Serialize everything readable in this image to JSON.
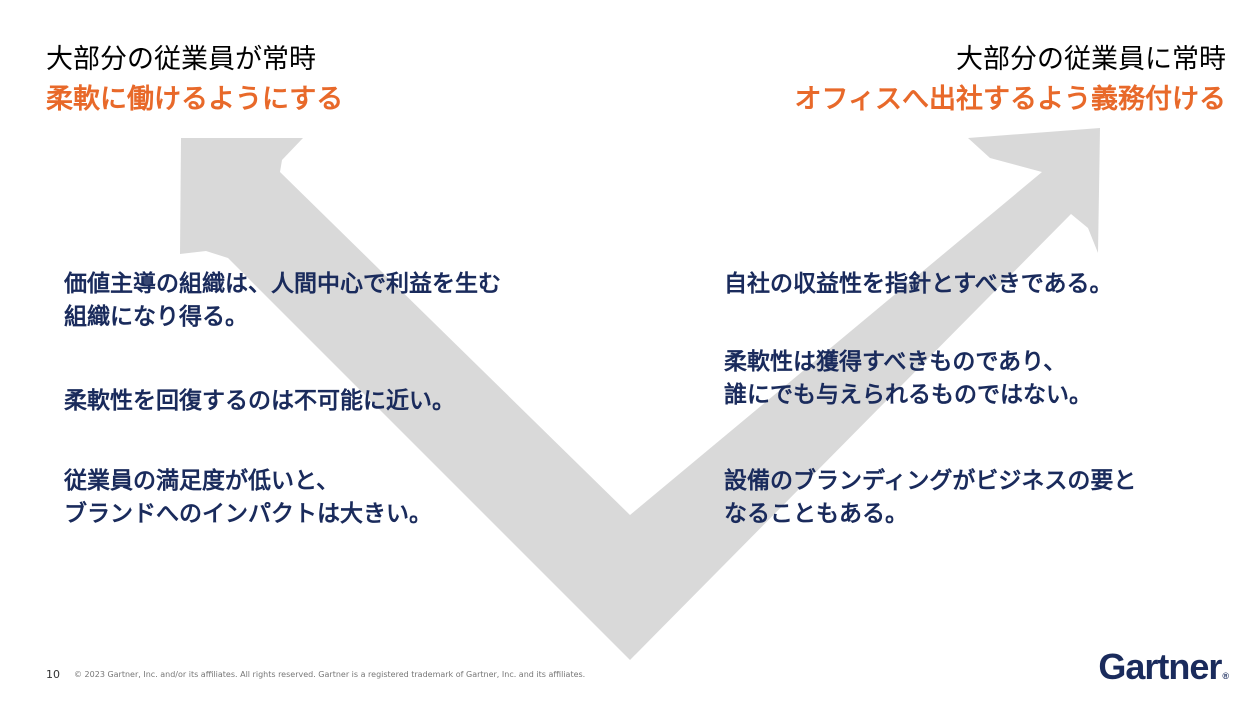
{
  "headlines": {
    "left": {
      "line1": "大部分の従業員が常時",
      "line2": "柔軟に働けるようにする"
    },
    "right": {
      "line1": "大部分の従業員に常時",
      "line2": "オフィスへ出社するよう義務付ける"
    }
  },
  "left_points": [
    {
      "line1": "価値主導の組織は、人間中心で利益を生む",
      "line2": "組織になり得る。"
    },
    {
      "line1": "柔軟性を回復するのは不可能に近い。"
    },
    {
      "line1": "従業員の満足度が低いと、",
      "line2": "ブランドへのインパクトは大きい。"
    }
  ],
  "right_points": [
    {
      "line1": "自社の収益性を指針とすべきである。"
    },
    {
      "line1": "柔軟性は獲得すべきものであり、",
      "line2": "誰にでも与えられるものではない。"
    },
    {
      "line1": "設備のブランディングがビジネスの要と",
      "line2": "なることもある。"
    }
  ],
  "footer": {
    "page_number": "10",
    "copyright": "© 2023 Gartner, Inc. and/or its affiliates. All rights reserved. Gartner is a registered trademark of Gartner, Inc. and its affiliates."
  },
  "logo": {
    "text": "Gartner",
    "mark": "®"
  },
  "colors": {
    "accent": "#e8692a",
    "navy": "#1a2b5c",
    "arrow": "#d9d9d9"
  }
}
